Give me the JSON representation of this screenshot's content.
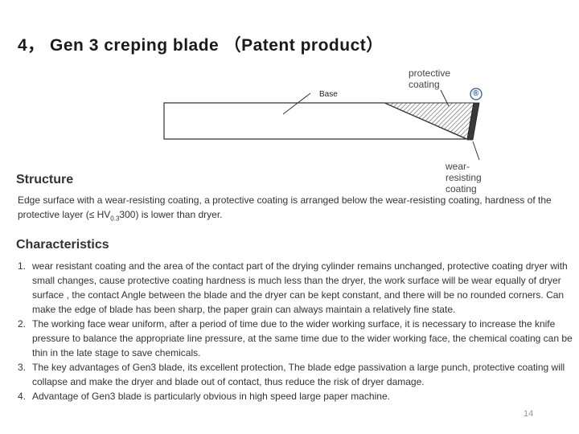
{
  "title": "4， Gen 3 creping blade （Patent product）",
  "diagram": {
    "base_label": "Base",
    "protective_label_lines": [
      "protective",
      "coating"
    ],
    "registered_mark": "®",
    "wear_label_lines": [
      "wear-",
      "resisting",
      "coating"
    ]
  },
  "structure": {
    "heading": "Structure",
    "text_before_sub": "Edge surface with a wear-resisting coating, a protective coating is arranged below the wear-resisting coating, hardness of the protective layer (≤ HV",
    "subscript": "0.3",
    "text_after_sub": "300) is lower than dryer."
  },
  "characteristics": {
    "heading": "Characteristics",
    "items": [
      {
        "num": "1.",
        "text": "wear resistant coating and the area of the contact part of the drying cylinder remains unchanged, protective coating dryer with small changes, cause protective coating hardness is much less than the dryer, the work surface will be wear equally of dryer surface , the contact Angle between the blade and the dryer can be kept constant, and there will be no rounded corners. Can make the edge of blade  has been sharp, the paper grain can always maintain a relatively fine state."
      },
      {
        "num": "2.",
        "text": "The working face wear uniform, after a period of time due to the wider working surface, it is necessary to increase the knife pressure to balance the appropriate line pressure, at the same time due to the wider working face, the chemical coating can be thin in the late stage to save chemicals."
      },
      {
        "num": "3.",
        "text": "The key advantages of Gen3 blade, its excellent protection, The blade edge passivation a large punch, protective coating will collapse and make the dryer and blade out of contact, thus reduce the risk of dryer damage."
      },
      {
        "num": "4.",
        "text": "Advantage of Gen3 blade is particularly obvious in high speed large paper machine."
      }
    ]
  },
  "page_number": "14"
}
